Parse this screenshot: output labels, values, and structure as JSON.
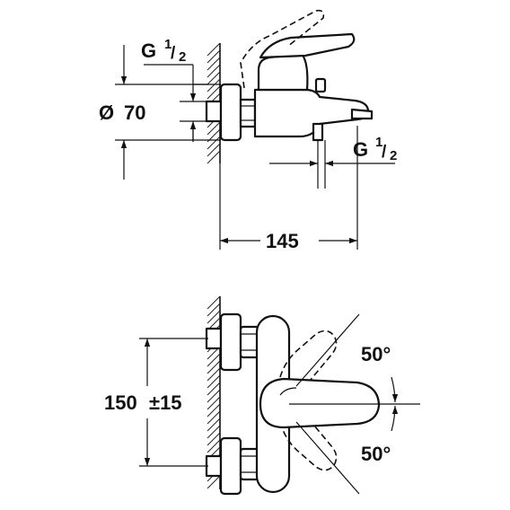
{
  "side_view": {
    "g_top": {
      "letter": "G",
      "num": "1",
      "slash": "/",
      "den": "2"
    },
    "diameter": {
      "symbol": "Ø",
      "value": "70"
    },
    "g_outlet": {
      "letter": "G",
      "num": "1",
      "slash": "/",
      "den": "2"
    },
    "depth": "145"
  },
  "front_view": {
    "spacing": {
      "value": "150",
      "tolerance": "±15"
    },
    "angle_up": "50°",
    "angle_down": "50°"
  },
  "colors": {
    "line": "#111111",
    "background": "#ffffff"
  }
}
